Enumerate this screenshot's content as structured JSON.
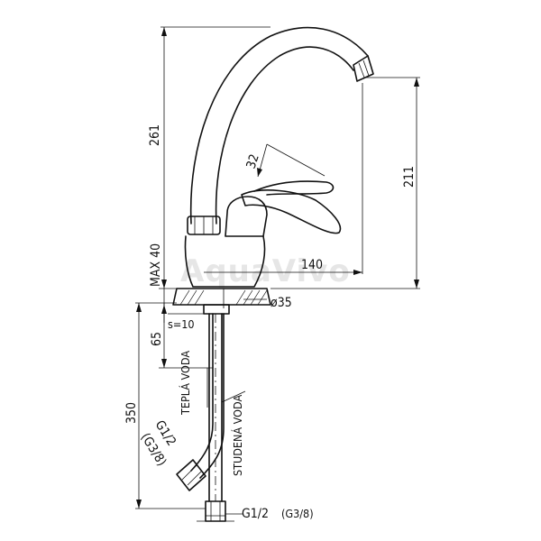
{
  "watermark": "AquaVivo",
  "dimensions": {
    "height_total": "261",
    "height_spout": "211",
    "reach": "140",
    "max_base": "MAX 40",
    "lever_angle": "32",
    "base_diameter": "ø35",
    "wall_s": "s=10",
    "depth": "65",
    "hose_length": "350"
  },
  "labels": {
    "hot": "TEPLÁ VODA",
    "cold": "STUDENÁ VODA",
    "thread_hot_main": "G1/2",
    "thread_hot_alt": "(G3/8)",
    "thread_cold_main": "G1/2",
    "thread_cold_alt": "(G3/8)"
  }
}
